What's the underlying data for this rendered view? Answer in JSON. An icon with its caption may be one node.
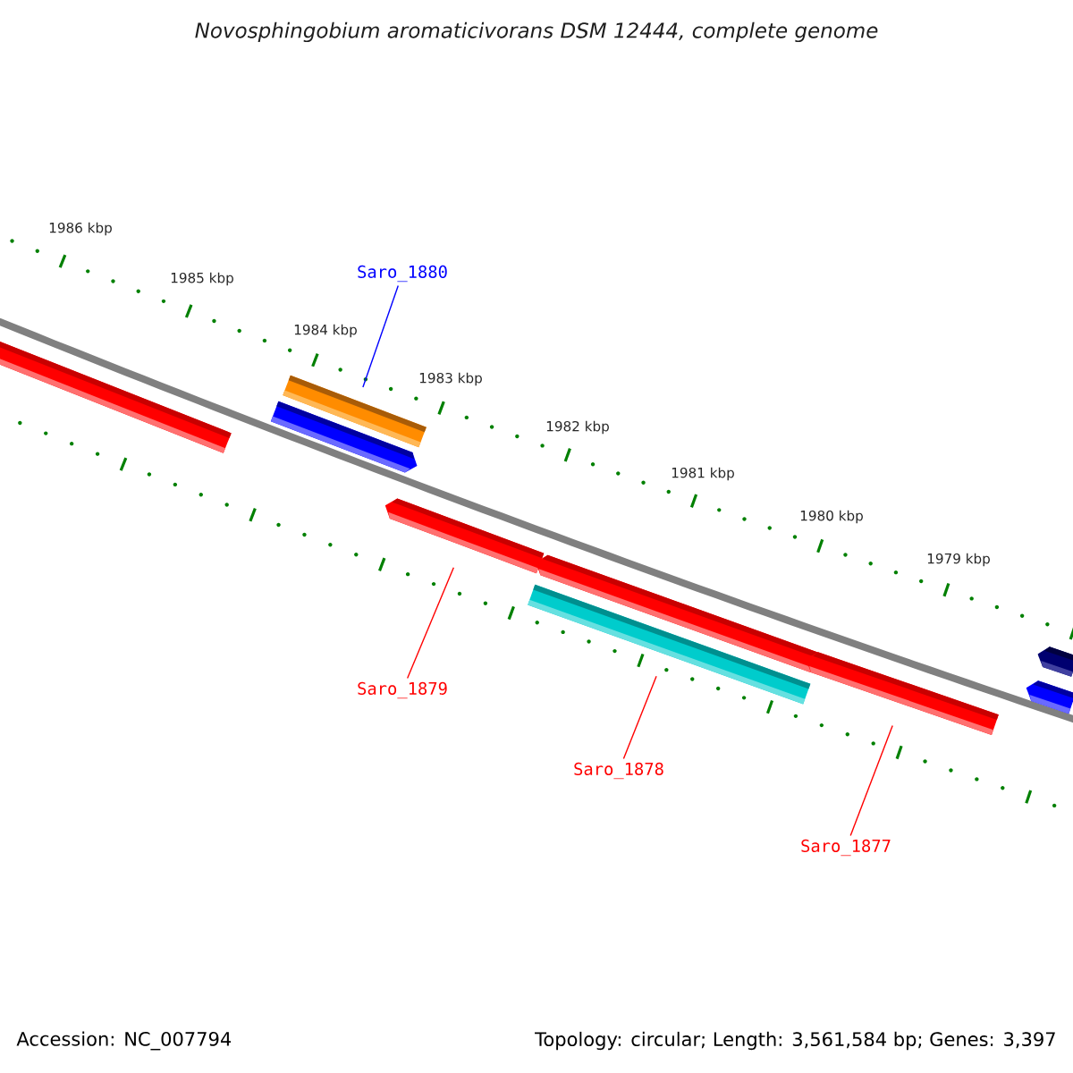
{
  "diagram": {
    "title": "Novosphingobium aromaticivorans DSM 12444, complete genome",
    "nodes": [
      {
        "text": [],
        "shape": "bar"
      },
      {
        "text": [],
        "shape": "bar"
      },
      {
        "text": [],
        "shape": "bar"
      },
      {
        "text": [],
        "shape": "bar"
      },
      {
        "text": [],
        "shape": "bar"
      },
      {
        "text": [],
        "shape": "bar"
      },
      {
        "text": [],
        "shape": "bar"
      },
      {
        "text": [],
        "shape": "bar"
      },
      {
        "text": [],
        "shape": "bar"
      },
      {
        "text": [
          "Saro_1880"
        ]
      },
      {
        "text": [
          "Saro_1879"
        ]
      },
      {
        "text": [
          "Saro_1878"
        ]
      },
      {
        "text": [
          "Saro_1877"
        ]
      }
    ],
    "edges": [
      {
        "from": 9,
        "to": 1,
        "arrow": "none",
        "color": "#0000ff"
      },
      {
        "from": 10,
        "to": 3,
        "arrow": "none"
      },
      {
        "from": 11,
        "to": 4,
        "arrow": "none"
      },
      {
        "from": 12,
        "to": 6,
        "arrow": "none"
      }
    ],
    "labels": [
      "1986 kbp",
      "1985 kbp",
      "1984 kbp",
      "1983 kbp",
      "1982 kbp",
      "1981 kbp",
      "1980 kbp",
      "1979 kbp",
      "Accession: NC_007794",
      "Topology: circular; Length: 3,561,584 bp; Genes: 3,397"
    ]
  }
}
